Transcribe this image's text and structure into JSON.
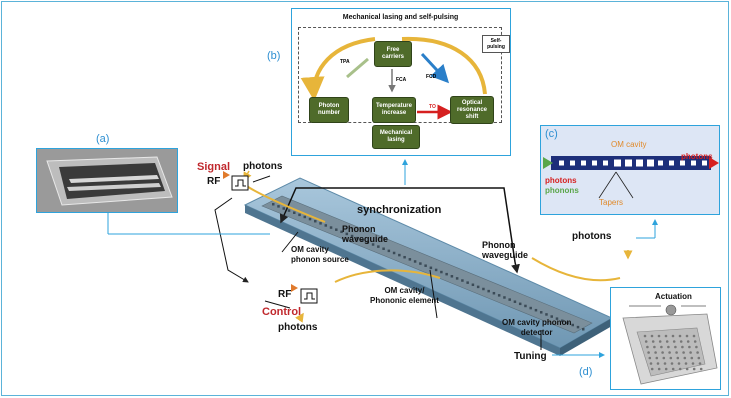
{
  "panel_labels": {
    "a": "(a)",
    "b": "(b)",
    "c": "(c)",
    "d": "(d)"
  },
  "panel_b": {
    "title": "Mechanical lasing and self-pulsing",
    "self_pulsing": "Self-\npulsing",
    "boxes": {
      "free_carriers": "Free\ncarriers",
      "photon_number": "Photon\nnumber",
      "temperature_increase": "Temperature\nincrease",
      "optical_resonance_shift": "Optical\nresonance\nshift",
      "mechanical_lasing": "Mechanical\nlasing"
    },
    "arrow_labels": {
      "tpa": "TPA",
      "fca": "FCA",
      "fcd": "FCD",
      "to": "TO"
    }
  },
  "panel_c": {
    "om_cavity": "OM cavity",
    "photons_right": "photons",
    "photons_left": "photons",
    "phonons": "phonons",
    "tapers": "Tapers"
  },
  "panel_d": {
    "actuation": "Actuation"
  },
  "main": {
    "signal": "Signal",
    "control": "Control",
    "rf_top": "RF",
    "rf_bottom": "RF",
    "photons_top": "photons",
    "photons_bottom": "photons",
    "photons_right": "photons",
    "synchronization": "synchronization",
    "phonon_waveguide_left": "Phonon\nwaveguide",
    "phonon_waveguide_right": "Phonon\nwaveguide",
    "om_cavity_phonon_source": "OM cavity\nphonon source",
    "om_cavity_phononic_element": "OM cavity/\nPhononic element",
    "om_cavity_phonon_detector": "OM cavity phonon\ndetector",
    "tuning": "Tuning"
  },
  "colors": {
    "frame": "#5bb3d9",
    "panel_border": "#2ea3dc",
    "label_blue": "#2e8fd1",
    "box_green": "#4f6b2a",
    "chip_blue": "#8fb3cc",
    "signal_red": "#c0282d",
    "arrow_gold": "#e7b53a",
    "arrow_red": "#d62020",
    "arrow_blue": "#2a7fc9",
    "taper_orange": "#e08a2b"
  }
}
